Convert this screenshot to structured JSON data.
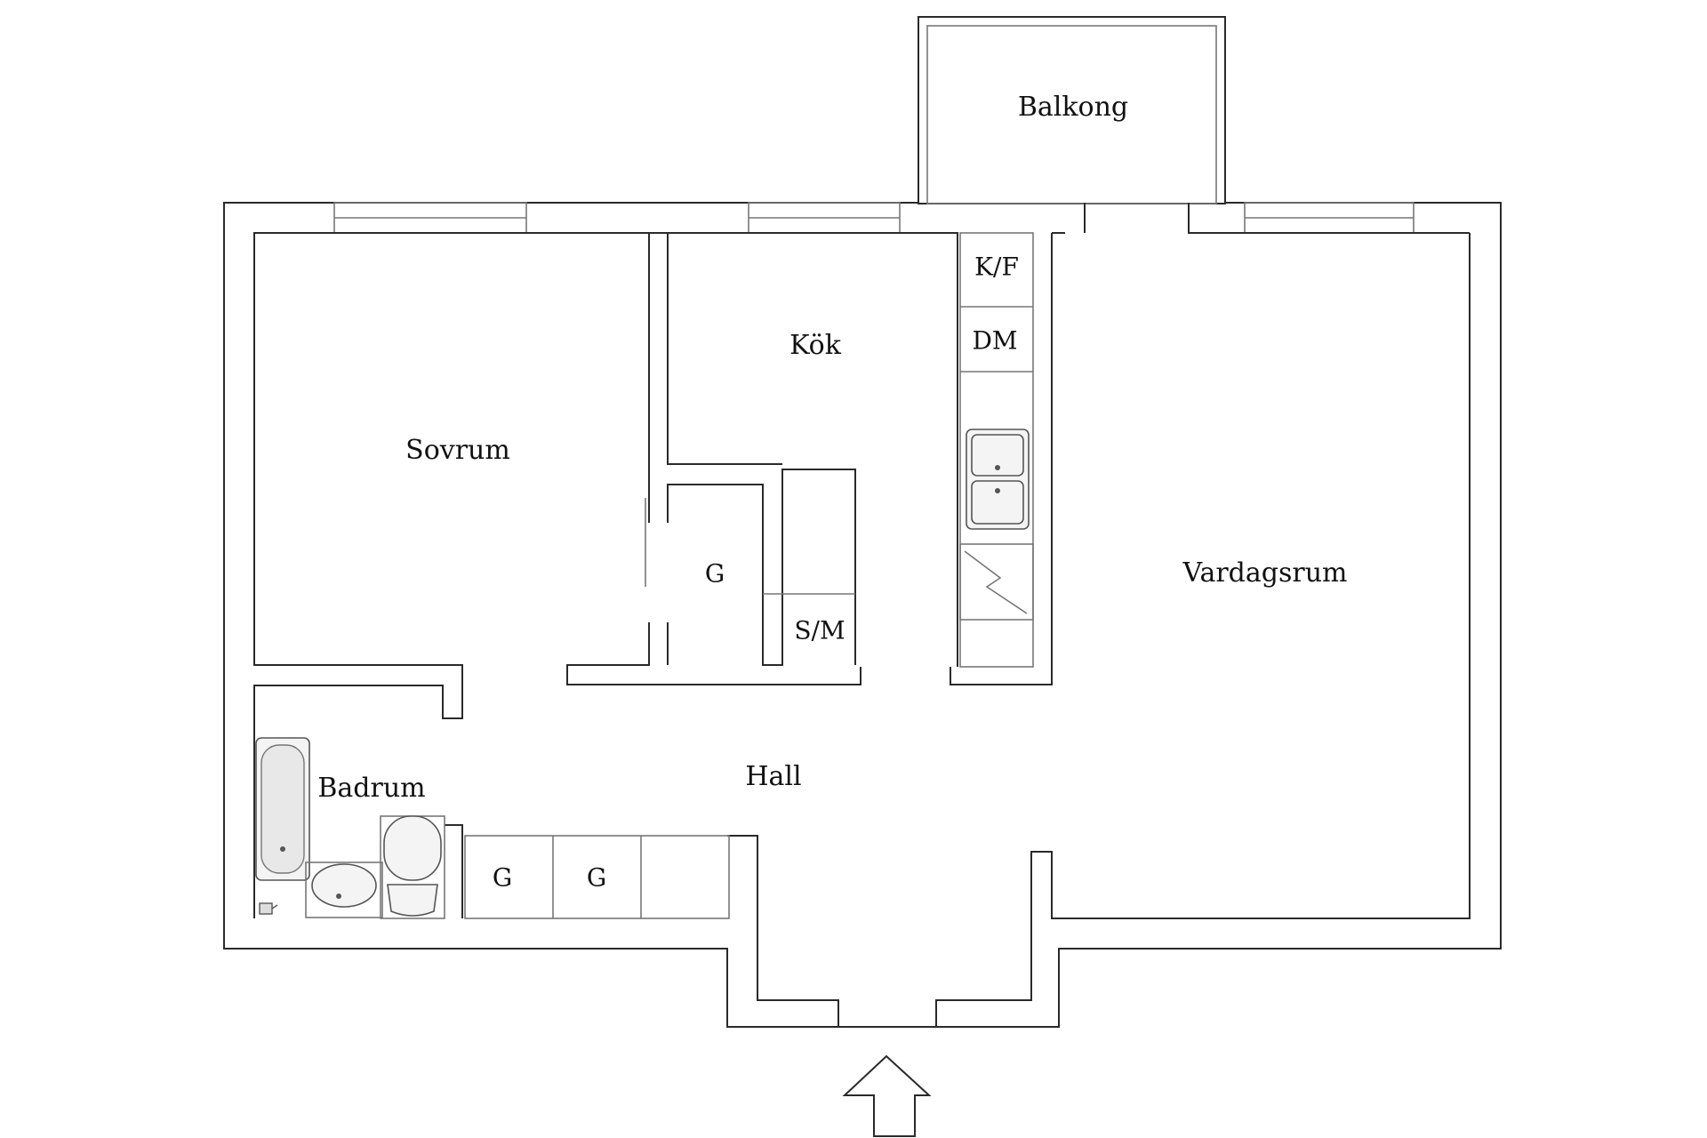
{
  "rooms": {
    "balcony": "Balkong",
    "kitchen": "Kök",
    "bedroom": "Sovrum",
    "living_room": "Vardagsrum",
    "hall": "Hall",
    "bathroom": "Badrum"
  },
  "fixtures": {
    "fridge_freezer": "K/F",
    "dishwasher": "DM",
    "washer_dryer": "S/M",
    "wardrobe_bedroom": "G",
    "wardrobe_hall_1": "G",
    "wardrobe_hall_2": "G"
  },
  "entrance": "arrow-up-icon"
}
